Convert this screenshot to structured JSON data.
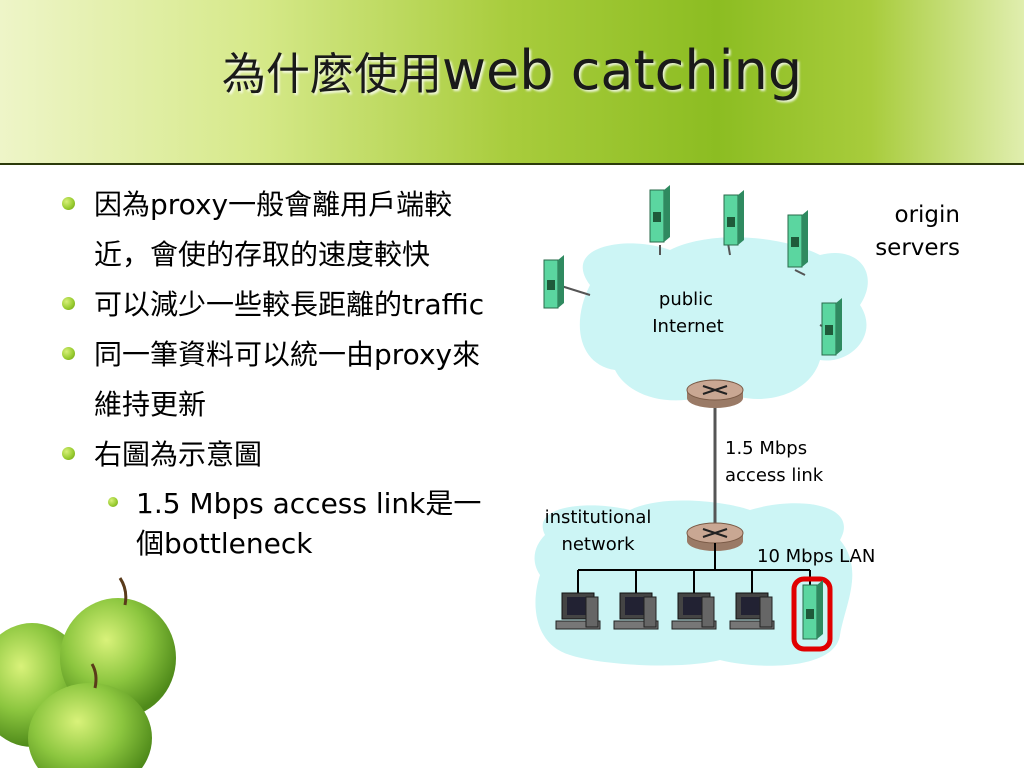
{
  "slide": {
    "title_cjk": "為什麼使用",
    "title_latin": "web catching"
  },
  "bullets": [
    {
      "text": "因為proxy一般會離用戶端較近，會使的存取的速度較快"
    },
    {
      "text": "可以減少一些較長距離的traffic"
    },
    {
      "text": "同一筆資料可以統一由proxy來維持更新"
    },
    {
      "text": "右圖為示意圖"
    }
  ],
  "sub_bullets": [
    {
      "text": "1.5 Mbps access link是一個bottleneck"
    }
  ],
  "diagram": {
    "origin_label_line1": "origin",
    "origin_label_line2": "servers",
    "internet_label_line1": "public",
    "internet_label_line2": "Internet",
    "access_link_line1": "1.5 Mbps",
    "access_link_line2": "access link",
    "institutional_line1": "institutional",
    "institutional_line2": "network",
    "lan_label": "10 Mbps LAN"
  },
  "colors": {
    "cloud_fill": "#ccf5f5",
    "server_green": "#5bd6a0",
    "router_fill": "#c9a793",
    "proxy_highlight": "#e00000",
    "bullet_green": "#9acd32"
  }
}
